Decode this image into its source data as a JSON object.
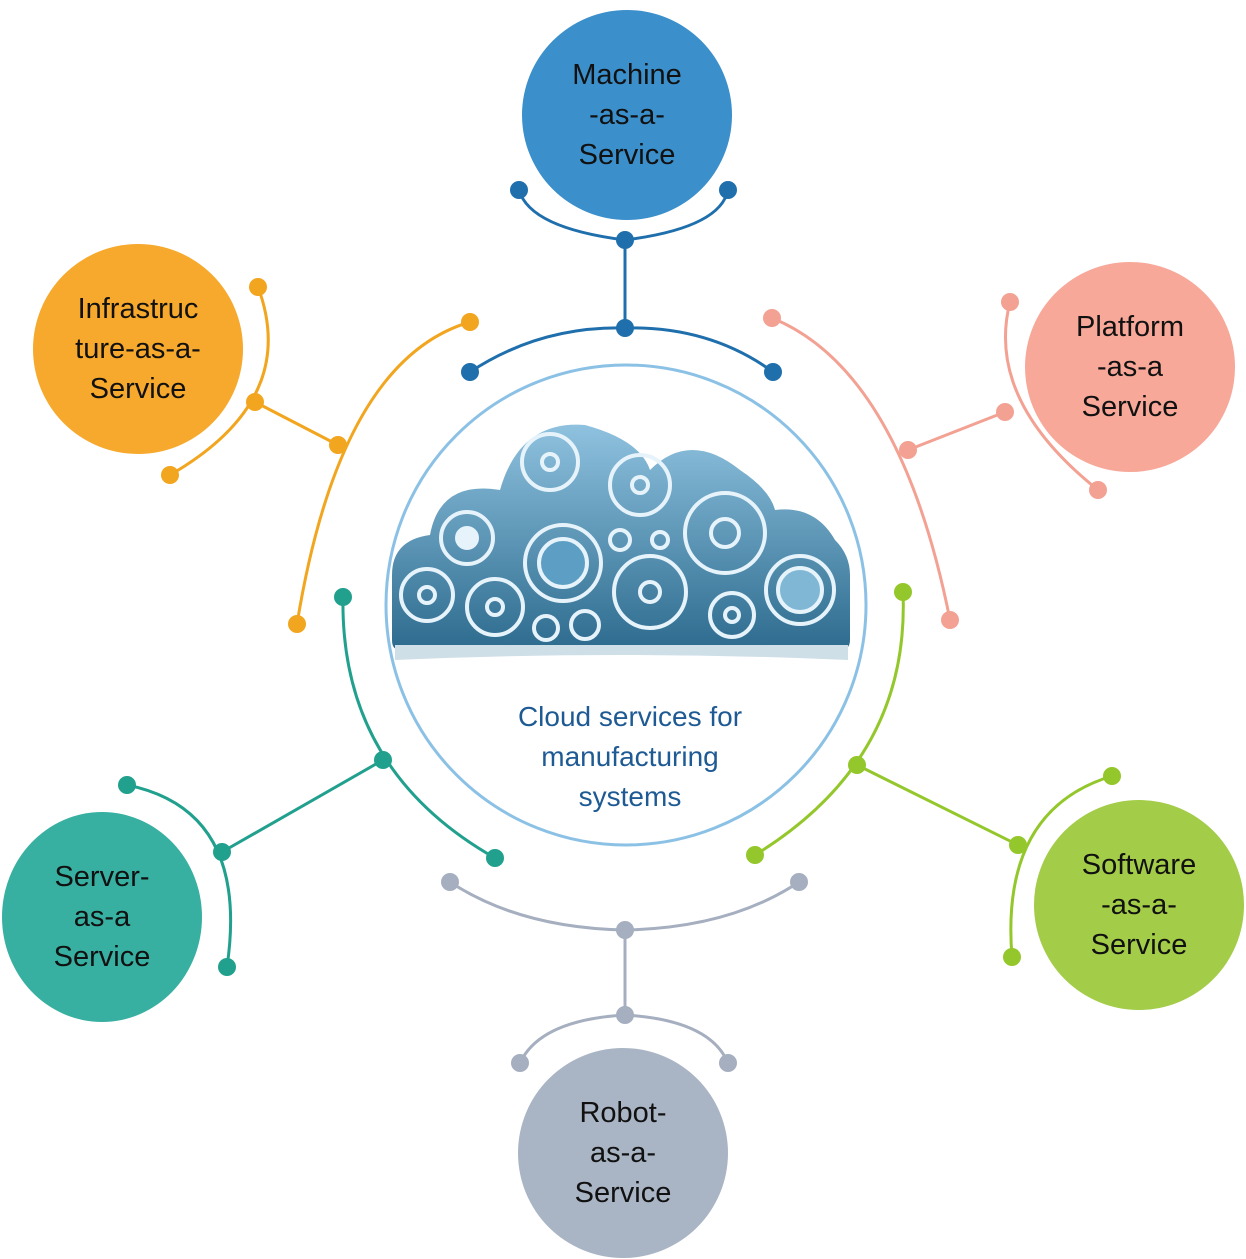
{
  "center": {
    "line1": "Cloud services for",
    "line2": "manufacturing",
    "line3": "systems",
    "icon": "cloud-gears-icon"
  },
  "services": {
    "machine": {
      "lines": [
        "Machine",
        "-as-a-",
        "Service"
      ],
      "color": "#3b8fcb"
    },
    "platform": {
      "lines": [
        "Platform",
        "-as-a",
        "Service"
      ],
      "color": "#f7a899"
    },
    "software": {
      "lines": [
        "Software",
        "-as-a-",
        "Service"
      ],
      "color": "#a3cc48"
    },
    "robot": {
      "lines": [
        "Robot-",
        "as-a-",
        "Service"
      ],
      "color": "#a9b5c5"
    },
    "server": {
      "lines": [
        "Server-",
        "as-a",
        "Service"
      ],
      "color": "#37b0a2"
    },
    "infra": {
      "lines": [
        "Infrastruc",
        "ture-as-a-",
        "Service"
      ],
      "color": "#f6a92c"
    }
  },
  "connector_colors": {
    "machine": "#1f6fad",
    "platform": "#f3a193",
    "software": "#94c72b",
    "robot": "#a5afc0",
    "server": "#21a08e",
    "infra": "#f2a51f",
    "ring": "#8cc1e6"
  }
}
